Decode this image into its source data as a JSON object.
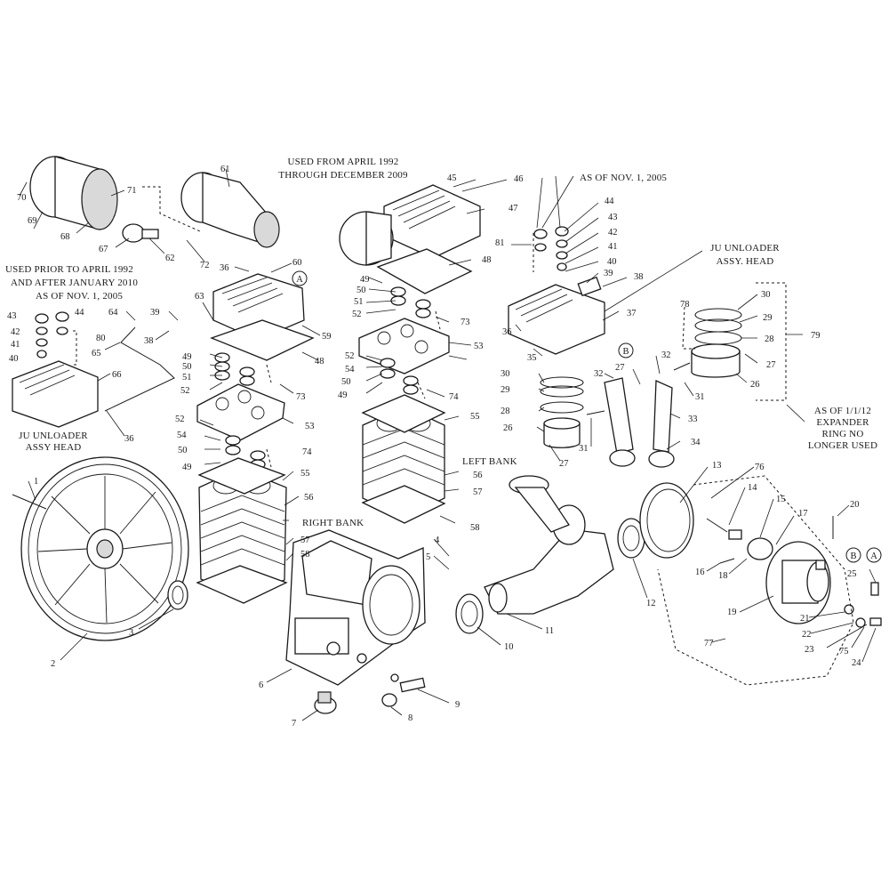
{
  "notes": {
    "used_from_1": "USED FROM APRIL 1992",
    "used_from_2": "THROUGH DECEMBER 2009",
    "used_prior_1": "USED PRIOR TO APRIL 1992",
    "used_prior_2": "AND AFTER JANUARY 2010",
    "as_of_left": "AS OF NOV. 1, 2005",
    "as_of_right": "AS OF NOV. 1, 2005",
    "ju_left_1": "JU UNLOADER",
    "ju_left_2": "ASSY HEAD",
    "ju_right_1": "JU UNLOADER",
    "ju_right_2": "ASSY. HEAD",
    "expander_1": "AS OF 1/1/12",
    "expander_2": "EXPANDER",
    "expander_3": "RING NO",
    "expander_4": "LONGER USED",
    "right_bank": "RIGHT BANK",
    "left_bank": "LEFT BANK"
  },
  "callouts": {
    "c1": "1",
    "c2": "2",
    "c3": "3",
    "c4": "4",
    "c5": "5",
    "c6": "6",
    "c7": "7",
    "c8": "8",
    "c9": "9",
    "c10": "10",
    "c11": "11",
    "c12": "12",
    "c13": "13",
    "c14": "14",
    "c15": "15",
    "c16": "16",
    "c17": "17",
    "c18": "18",
    "c19": "19",
    "c20": "20",
    "c21": "21",
    "c22": "22",
    "c23": "23",
    "c24": "24",
    "c25": "25",
    "c26a": "26",
    "c26b": "26",
    "c27a": "27",
    "c27b": "27",
    "c27c": "27",
    "c28a": "28",
    "c28b": "28",
    "c29a": "29",
    "c29b": "29",
    "c30a": "30",
    "c30b": "30",
    "c31a": "31",
    "c31b": "31",
    "c32a": "32",
    "c32b": "32",
    "c33": "33",
    "c34": "34",
    "c35": "35",
    "c36a": "36",
    "c36b": "36",
    "c36c": "36",
    "c37": "37",
    "c38a": "38",
    "c38b": "38",
    "c39a": "39",
    "c39b": "39",
    "c40a": "40",
    "c40b": "40",
    "c41a": "41",
    "c41b": "41",
    "c42a": "42",
    "c42b": "42",
    "c43a": "43",
    "c43b": "43",
    "c44a": "44",
    "c44b": "44",
    "c45": "45",
    "c46": "46",
    "c47": "47",
    "c48a": "48",
    "c48b": "48",
    "c49a": "49",
    "c49b": "49",
    "c49c": "49",
    "c49d": "49",
    "c50a": "50",
    "c50b": "50",
    "c50c": "50",
    "c50d": "50",
    "c51a": "51",
    "c51b": "51",
    "c52a": "52",
    "c52b": "52",
    "c52c": "52",
    "c52d": "52",
    "c53a": "53",
    "c53b": "53",
    "c54a": "54",
    "c54b": "54",
    "c55a": "55",
    "c55b": "55",
    "c56a": "56",
    "c56b": "56",
    "c57a": "57",
    "c57b": "57",
    "c58a": "58",
    "c58b": "58",
    "c59": "59",
    "c60": "60",
    "c61": "61",
    "c62": "62",
    "c63": "63",
    "c64": "64",
    "c65": "65",
    "c66": "66",
    "c67": "67",
    "c68": "68",
    "c69": "69",
    "c70": "70",
    "c71": "71",
    "c72": "72",
    "c73a": "73",
    "c73b": "73",
    "c74a": "74",
    "c74b": "74",
    "c75": "75",
    "c76": "76",
    "c77": "77",
    "c78": "78",
    "c79": "79",
    "c80": "80",
    "c81": "81",
    "circA1": "A",
    "circA2": "A",
    "circB1": "B",
    "circB2": "B"
  }
}
